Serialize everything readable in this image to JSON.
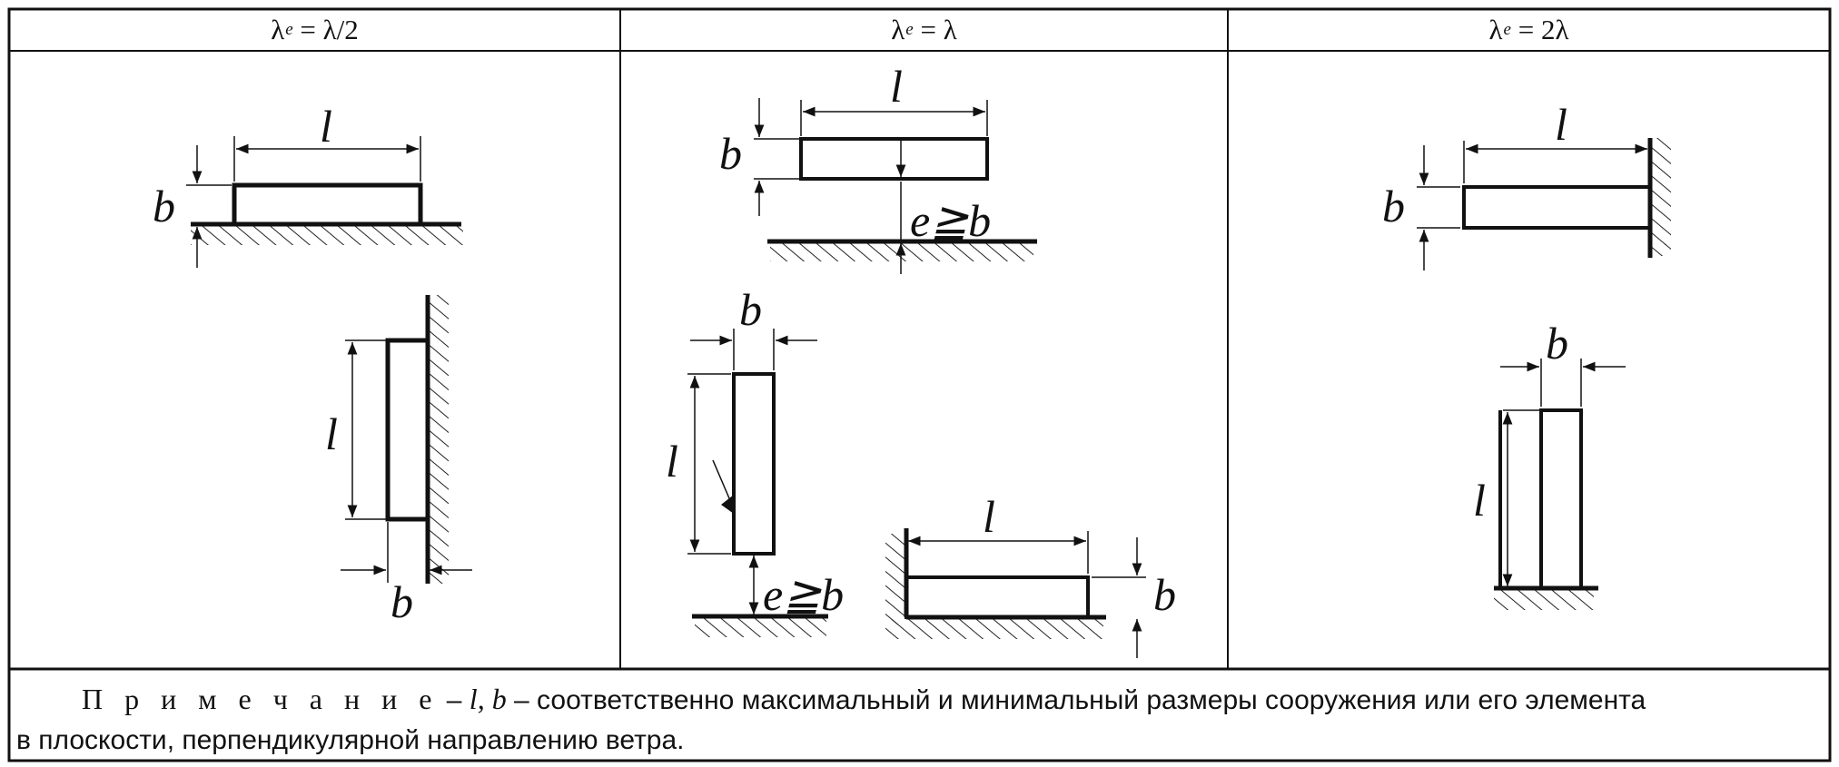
{
  "table": {
    "headers": [
      {
        "symbol": "λ",
        "sub": "e",
        "rhs": " = λ/2"
      },
      {
        "symbol": "λ",
        "sub": "e",
        "rhs": " = λ"
      },
      {
        "symbol": "λ",
        "sub": "e",
        "rhs": " = 2λ"
      }
    ],
    "labels": {
      "l": "l",
      "b": "b",
      "e_ge_b": "e≧b"
    },
    "note": {
      "prefix": "П р и м е ч а н и е",
      "dash": " – ",
      "symbols": "l, b",
      "text_line1": " – соответственно максимальный и минимальный размеры сооружения или его элемента",
      "text_line2": "в плоскости, перпендикулярной направлению ветра."
    }
  }
}
